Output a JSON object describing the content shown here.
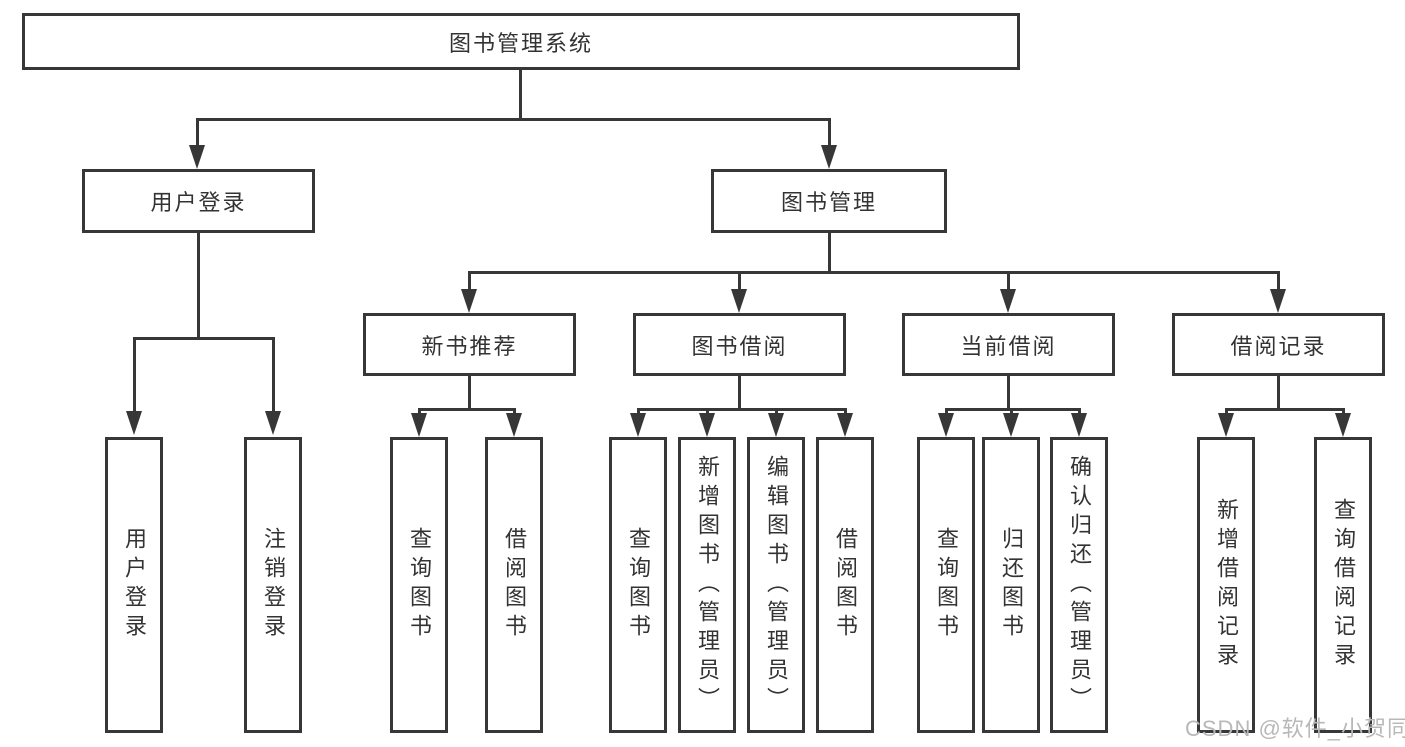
{
  "root": {
    "label": "图书管理系统"
  },
  "level1": {
    "user_login": {
      "label": "用户登录"
    },
    "book_mgmt": {
      "label": "图书管理"
    }
  },
  "level2": {
    "new_books": {
      "label": "新书推荐"
    },
    "borrowing": {
      "label": "图书借阅"
    },
    "current": {
      "label": "当前借阅"
    },
    "records": {
      "label": "借阅记录"
    }
  },
  "leaves": {
    "user_login": [
      "用户登录",
      "注销登录"
    ],
    "new_books": [
      "查询图书",
      "借阅图书"
    ],
    "borrowing": [
      "查询图书",
      "新增图书（管理员）",
      "编辑图书（管理员）",
      "借阅图书"
    ],
    "current": [
      "查询图书",
      "归还图书",
      "确认归还（管理员）"
    ],
    "records": [
      "新增借阅记录",
      "查询借阅记录"
    ]
  },
  "watermark": "CSDN @软件_小贺同学",
  "colors": {
    "line": "#373737",
    "text": "#333333",
    "watermark": "#b8b8b8"
  }
}
